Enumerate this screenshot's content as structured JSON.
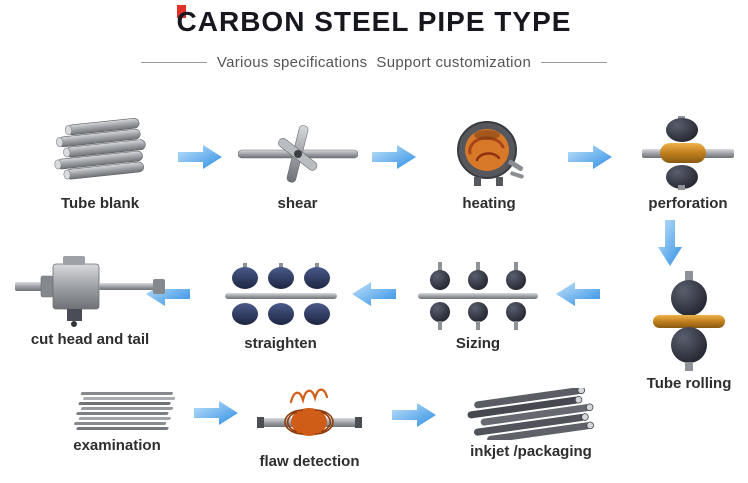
{
  "header": {
    "title": "CARBON STEEL PIPE TYPE",
    "subtitle": "Various specifications  Support customization"
  },
  "steps": [
    {
      "id": "tube-blank",
      "label": "Tube blank"
    },
    {
      "id": "shear",
      "label": "shear"
    },
    {
      "id": "heating",
      "label": "heating"
    },
    {
      "id": "perforation",
      "label": "perforation"
    },
    {
      "id": "tube-rolling",
      "label": "Tube rolling"
    },
    {
      "id": "sizing",
      "label": "Sizing"
    },
    {
      "id": "straighten",
      "label": "straighten"
    },
    {
      "id": "cut-head-tail",
      "label": "cut head and tail"
    },
    {
      "id": "examination",
      "label": "examination"
    },
    {
      "id": "flaw-detection",
      "label": "flaw detection"
    },
    {
      "id": "inkjet-packaging",
      "label": "inkjet /packaging"
    }
  ],
  "flow_sequence": [
    "Tube blank",
    "shear",
    "heating",
    "perforation",
    "Tube rolling",
    "Sizing",
    "straighten",
    "cut head and tail",
    "examination",
    "flaw detection",
    "inkjet /packaging"
  ],
  "colors": {
    "arrow_light": "#c2e2fa",
    "arrow_dark": "#2f8fe4",
    "title_text": "#17171f",
    "subtitle_text": "#555555",
    "label_text": "#2e2e2e",
    "accent_red": "#e03226"
  }
}
